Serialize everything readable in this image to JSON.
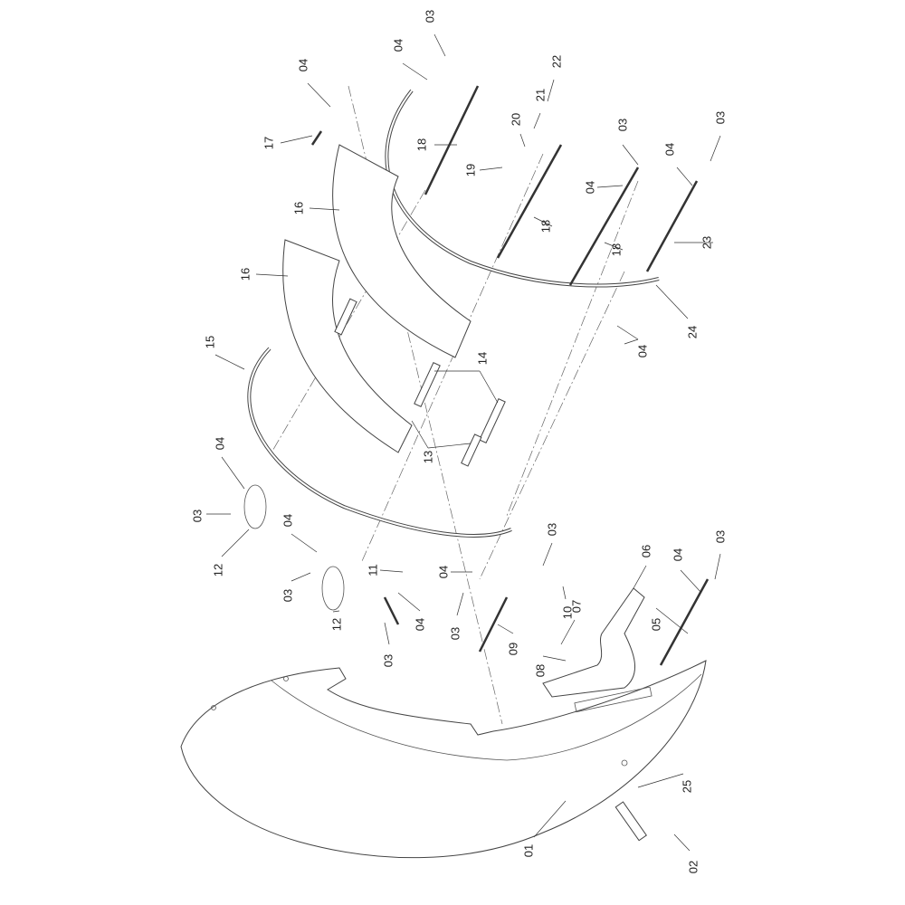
{
  "diagram": {
    "type": "exploded-parts-view",
    "labels": [
      "03",
      "04",
      "04",
      "22",
      "21",
      "17",
      "18",
      "20",
      "19",
      "03",
      "03",
      "04",
      "04",
      "16",
      "18",
      "18",
      "23",
      "16",
      "24",
      "15",
      "04",
      "14",
      "13",
      "04",
      "03",
      "12",
      "04",
      "03",
      "03",
      "06",
      "11",
      "04",
      "04",
      "03",
      "10",
      "07",
      "05",
      "12",
      "04",
      "03",
      "09",
      "03",
      "08",
      "25",
      "01",
      "02"
    ]
  }
}
